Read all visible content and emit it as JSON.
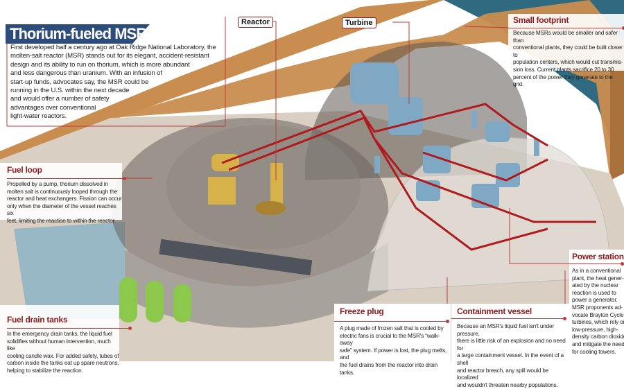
{
  "title": "Thorium-fueled MSR",
  "intro": [
    "First developed half a century ago at Oak Ridge National Laboratory, the",
    "molten-salt reactor (MSR) stands out for its elegant, accident-resistant",
    "design and its ability to run on thorium, which is more abundant",
    "and less dangerous than uranium. With an infusion of",
    "start-up funds, advocates say, the MSR could be",
    "running in the U.S. within the next decade",
    "and would offer a number of safety",
    "advantages over conventional",
    "light-water reactors."
  ],
  "callouts": {
    "reactor": "Reactor",
    "turbine": "Turbine"
  },
  "sections": {
    "small_footprint": {
      "heading": "Small footprint",
      "lines": [
        "Because MSRs would be smaller and safer than",
        "conventional plants, they could be built closer to",
        "population centers, which would cut transmis-",
        "sion loss. Current plants sacrifice 20 to 30",
        "percent of the power they generate to the grid."
      ]
    },
    "fuel_loop": {
      "heading": "Fuel loop",
      "lines": [
        "Propelled by a pump, thorium dissolved in",
        "molten salt is continuously looped through the",
        "reactor and heat exchangers. Fission can occur",
        "only when the diameter of the vessel reaches six",
        "feet, limiting the reaction to within the reactor."
      ]
    },
    "fuel_drain_tanks": {
      "heading": "Fuel drain tanks",
      "lines": [
        "In the emergency drain tanks, the liquid fuel",
        "solidifies without human intervention, much like",
        "cooling candle wax. For added safety, tubes of",
        "carbon inside the tanks eat up spare neutrons,",
        "helping to stabilize the reaction."
      ]
    },
    "freeze_plug": {
      "heading": "Freeze plug",
      "lines": [
        "A plug made of frozen salt that is cooled by",
        "electric fans is crucial to the MSR's “walk-away",
        "safe” system. If power is lost, the plug melts, and",
        "the fuel drains from the reactor into drain tanks."
      ]
    },
    "containment_vessel": {
      "heading": "Containment vessel",
      "lines": [
        "Because an MSR's liquid fuel isn't under pressure,",
        "there is little risk of an explosion and no need for",
        "a large containment vessel. In the event of a shell",
        "and reactor breach, any spill would be localized",
        "and wouldn't threaten nearby populations."
      ]
    },
    "power_station": {
      "heading": "Power station",
      "lines": [
        "As in a conventional",
        "plant, the heat gener-",
        "ated by the nuclear",
        "reaction is used to",
        "power a generator.",
        "MSR proponents ad-",
        "vocate Brayton Cycle",
        "turbines, which rely on",
        "low-pressure, high-",
        "density carbon dioxide",
        "and mitigate the need",
        "for cooling towers."
      ]
    }
  },
  "colors": {
    "accent": "#8e1b1f",
    "banner": "#2c4c7c",
    "wall": "#c98d4f",
    "roof": "#2f6a80",
    "pipe": "#b0191e",
    "equipment": "#7fa8c4"
  }
}
